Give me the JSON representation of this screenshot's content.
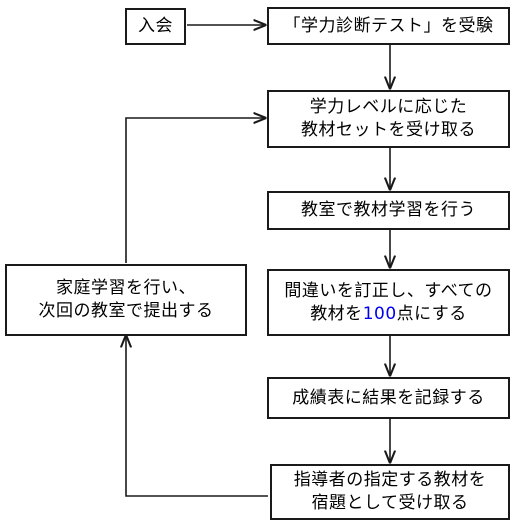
{
  "steps": {
    "join": {
      "text": "入会"
    },
    "test": {
      "text": "「学力診断テスト」を受験"
    },
    "receive_set": {
      "line1": "学力レベルに応じた",
      "line2": "教材セットを受け取る"
    },
    "classroom": {
      "text": "教室で教材学習を行う"
    },
    "correct": {
      "line1": "間違いを訂正し、すべての",
      "line2_a": "教材を",
      "line2_num": "100",
      "line2_b": "点にする"
    },
    "record": {
      "text": "成績表に結果を記録する"
    },
    "homework_assign": {
      "line1": "指導者の指定する教材を",
      "line2": "宿題として受け取る"
    },
    "home_study": {
      "line1": "家庭学習を行い、",
      "line2": "次回の教室で提出する"
    }
  },
  "colors": {
    "line": "#1a1a1a",
    "number_highlight": "#0000ee"
  }
}
